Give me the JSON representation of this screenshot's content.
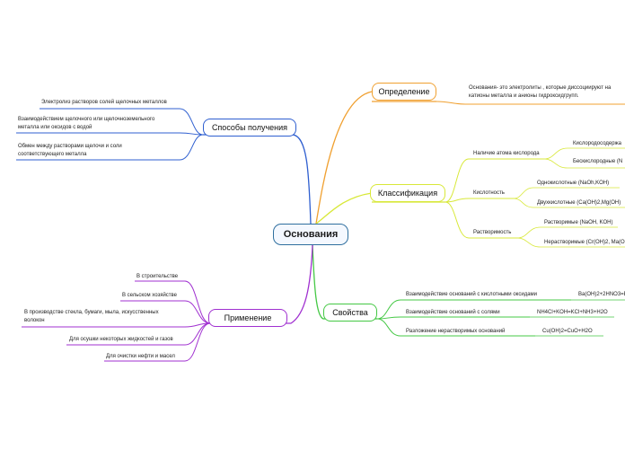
{
  "central": "Основания",
  "definition": {
    "title": "Определение",
    "text_line1": "Основания- это электролиты , которые диссоциируют на",
    "text_line2": "катионы металла и анионы гидроксидгрупп."
  },
  "classification": {
    "title": "Классификация",
    "oxygen": {
      "label": "Наличие атома кислорода",
      "items": [
        "Кислородосодержа",
        "Бескислородные (N"
      ]
    },
    "acidity": {
      "label": "Кислотность",
      "items": [
        "Однокислотные (NaOh,KOH)",
        "Двухкислотные (Ca(OH)2,Mg(OH)"
      ]
    },
    "solubility": {
      "label": "Растворимость",
      "items": [
        "Растворимые (NaOH, KOH)",
        "Нерастворимые (Cr(OH)2, Ma(O"
      ]
    }
  },
  "properties": {
    "title": "Свойства",
    "items": [
      {
        "label": "Взаимодействие оснований с кислотными оксидами",
        "formula": "Ba(OH)2+2HNO3=B"
      },
      {
        "label": "Взаимодействие оснований с солями",
        "formula": "NH4Cl+KOH=KCl+NH3+H2O"
      },
      {
        "label": "Разложение нерастворимых оснований",
        "formula": "Cu(OH)2=CuO+H2O"
      }
    ]
  },
  "production": {
    "title": "Способы получения",
    "item1": "Электролиз растворов солей щелочных металлов",
    "item2_line1": "Взаимодействием щелочного или щелочноземельного",
    "item2_line2": "металла или оксидов с водой",
    "item3_line1": "Обмен между растворами щелочи и соли",
    "item3_line2": "соответствующего металла"
  },
  "application": {
    "title": "Применение",
    "item1": "В строительстве",
    "item2": "В сельском хозяйстве",
    "item3_line1": "В производстве стекла, бумаги, мыла, искусственных",
    "item3_line2": "волокон",
    "item4": "Для осушки некоторых жидкостей и газов",
    "item5": "Для очистки нефти и масел"
  },
  "colors": {
    "central_border": "#2f6f9f",
    "definition": "#f0a030",
    "classification": "#d8e838",
    "properties": "#44c844",
    "production": "#2f5fd0",
    "application": "#a030d0"
  }
}
